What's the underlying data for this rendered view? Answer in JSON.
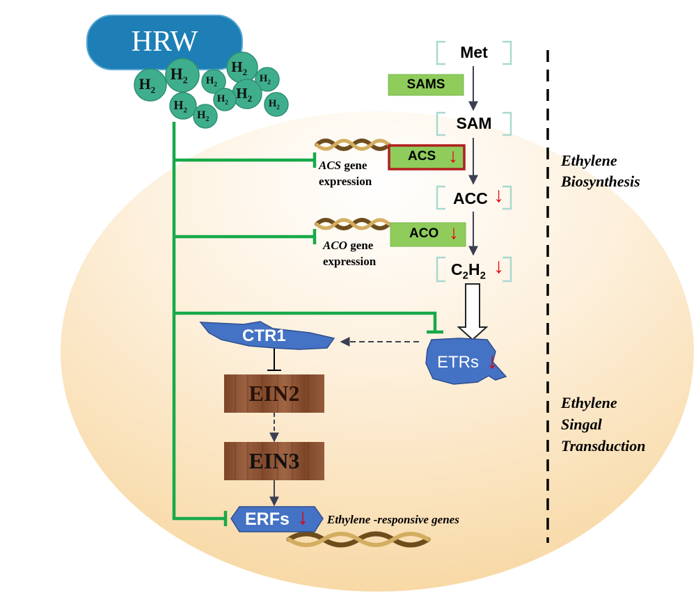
{
  "hrw": {
    "label": "HRW"
  },
  "h2": {
    "base": "H",
    "sub": "2"
  },
  "pathway": {
    "met": "Met",
    "sams": "SAMS",
    "sam": "SAM",
    "acs": "ACS",
    "acc": "ACC",
    "aco": "ACO",
    "c2h2": {
      "c": "C",
      "c_sub": "2",
      "h": "H",
      "h_sub": "2"
    },
    "down_arrow": "↓"
  },
  "gene_expr": {
    "acs_name": "ACS",
    "aco_name": "ACO",
    "gene_word": " gene",
    "expression": "expression"
  },
  "signaling": {
    "ctr1": "CTR1",
    "etrs": "ETRs",
    "ein2": "EIN2",
    "ein3": "EIN3",
    "erfs": "ERFs",
    "responsive": "Ethylene -responsive genes"
  },
  "sections": {
    "biosynthesis_line1": "Ethylene",
    "biosynthesis_line2": "Biosynthesis",
    "transduction_line1": "Ethylene",
    "transduction_line2": "Singal",
    "transduction_line3": "Transduction"
  },
  "colors": {
    "hrw_fill": "#1d7fb5",
    "bubble_fill": "#3fae8d",
    "inhibit_green": "#17a94a",
    "enzyme_green": "#8fcc5c",
    "acs_border": "#b01f1f",
    "receptor_blue": "#4472c4",
    "wood_brown": "#8a5232",
    "down_red": "#e0000b"
  }
}
